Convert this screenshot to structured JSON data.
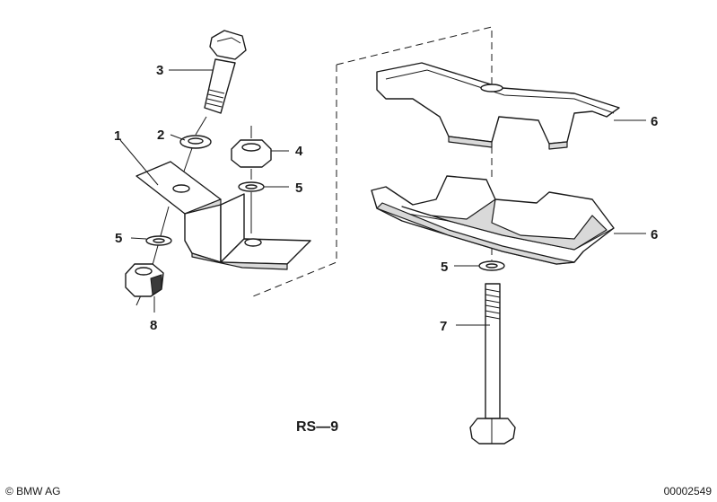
{
  "callouts": {
    "bracket": "1",
    "washer_top": "2",
    "bolt": "3",
    "nut_right": "4",
    "spring_washer_right": "5",
    "spring_washer_left": "5",
    "spring_washer_bottom": "5",
    "clamp_upper": "6",
    "clamp_lower": "6",
    "long_bolt": "7",
    "nut_bottom": "8"
  },
  "diagram_code": "RS—9",
  "copyright": "© BMW AG",
  "document_number": "00002549",
  "colors": {
    "ink": "#1a1a1a",
    "shade": "#d9d9d9",
    "background": "#ffffff"
  }
}
